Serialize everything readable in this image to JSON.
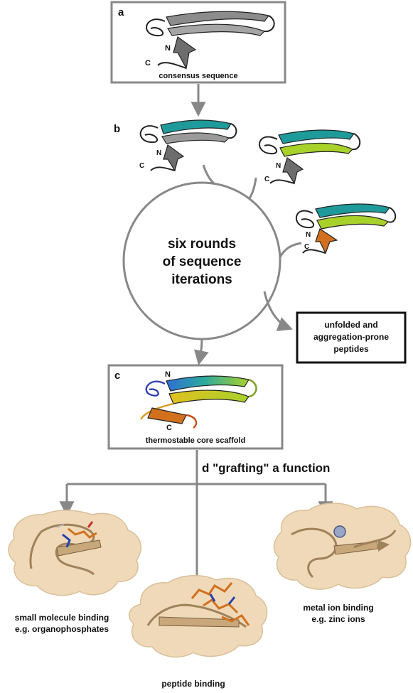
{
  "panel_a": {
    "letter": "a",
    "n_label": "N",
    "c_label": "C",
    "caption": "consensus sequence"
  },
  "panel_b": {
    "letter": "b",
    "variant_1": {
      "n_label": "N",
      "c_label": "C"
    },
    "variant_2": {
      "n_label": "N",
      "c_label": "C"
    },
    "variant_3": {
      "n_label": "N",
      "c_label": "C"
    }
  },
  "cycle": {
    "line_1": "six rounds",
    "line_2": "of sequence",
    "line_3": "iterations"
  },
  "rejected": {
    "line_1": "unfolded and",
    "line_2": "aggregation-prone",
    "line_3": "peptides"
  },
  "panel_c": {
    "letter": "c",
    "n_label": "N",
    "c_label": "C",
    "caption": "thermostable core scaffold"
  },
  "panel_d": {
    "title": "d \"grafting\" a function"
  },
  "functions": {
    "small_molecule": {
      "line_1": "small molecule binding",
      "line_2": "e.g. organophosphates"
    },
    "peptide": {
      "line_1": "peptide binding"
    },
    "metal_ion": {
      "line_1": "metal ion binding",
      "line_2": "e.g. zinc ions"
    }
  },
  "colors": {
    "arrow": "#888888",
    "frame": "#888888",
    "grey_strand": "#8c8c8c",
    "teal_strand": "#1e9a9a",
    "green_strand": "#a8d12a",
    "orange_strand": "#d2701e",
    "blue_strand": "#2f6fd6",
    "surface": "#efd9b8",
    "ribbon_tan": "#a0825a"
  }
}
